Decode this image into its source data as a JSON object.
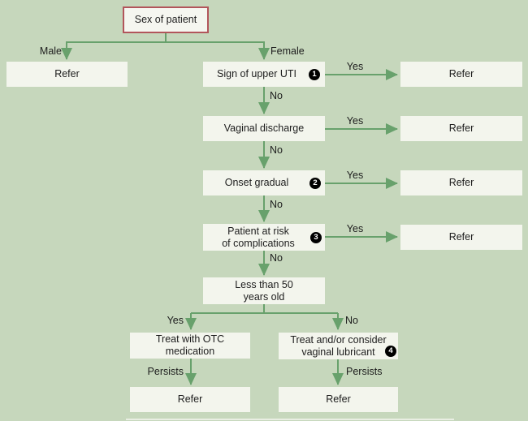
{
  "colors": {
    "background": "#c6d7bc",
    "box_fill": "#f3f5ed",
    "arrow_green": "#68a16c",
    "root_box_border_red": "#b2555b",
    "badge_background": "#000000",
    "badge_text": "#ffffff",
    "text": "#1d1d1d"
  },
  "nodes": {
    "root": {
      "label": "Sex of patient"
    },
    "refer_male": {
      "label": "Refer"
    },
    "sign_upper_uti": {
      "label": "Sign of upper UTI",
      "badge": "1"
    },
    "refer_uti": {
      "label": "Refer"
    },
    "vaginal_discharge": {
      "label": "Vaginal discharge"
    },
    "refer_discharge": {
      "label": "Refer"
    },
    "onset_gradual": {
      "label": "Onset gradual",
      "badge": "2"
    },
    "refer_onset": {
      "label": "Refer"
    },
    "risk_complications": {
      "label": "Patient at risk\nof complications",
      "badge": "3"
    },
    "refer_risk": {
      "label": "Refer"
    },
    "less_than_50": {
      "label": "Less than 50\nyears old"
    },
    "treat_otc": {
      "label": "Treat with OTC\nmedication"
    },
    "treat_lubricant": {
      "label": "Treat and/or consider\nvaginal lubricant",
      "badge": "4"
    },
    "refer_otc": {
      "label": "Refer"
    },
    "refer_lubricant": {
      "label": "Refer"
    }
  },
  "edge_labels": {
    "male": "Male",
    "female": "Female",
    "yes_uti": "Yes",
    "no_uti": "No",
    "yes_discharge": "Yes",
    "no_discharge": "No",
    "yes_onset": "Yes",
    "no_onset": "No",
    "yes_risk": "Yes",
    "no_risk": "No",
    "yes_under50": "Yes",
    "no_under50": "No",
    "persists_left": "Persists",
    "persists_right": "Persists"
  }
}
